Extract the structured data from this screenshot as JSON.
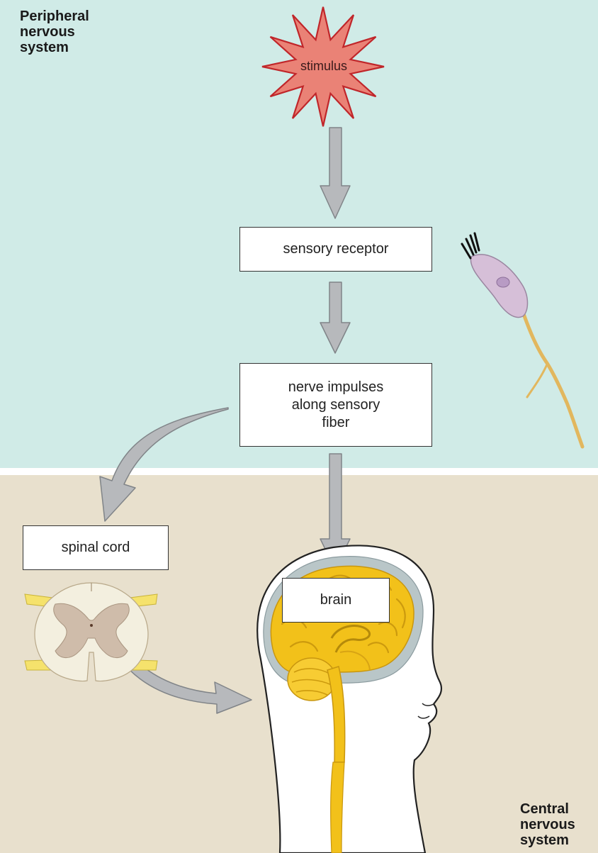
{
  "regions": {
    "peripheral": {
      "title_lines": [
        "Peripheral",
        "nervous",
        "system"
      ],
      "color": "#d0ebe7"
    },
    "central": {
      "title_lines": [
        "Central",
        "nervous",
        "system"
      ],
      "color": "#e8e0cd"
    }
  },
  "nodes": {
    "stimulus": {
      "label": "stimulus",
      "fill": "#ea8276",
      "stroke": "#c0262a"
    },
    "sensory_receptor": {
      "label": "sensory receptor"
    },
    "nerve_impulses": {
      "label_lines": [
        "nerve impulses",
        "along sensory",
        "fiber"
      ]
    },
    "spinal_cord": {
      "label": "spinal cord"
    },
    "brain": {
      "label": "brain"
    }
  },
  "colors": {
    "arrow": "#b7b9bc",
    "arrow_outline": "#808488",
    "neuron_body": "#d6bfd8",
    "neuron_fiber": "#e2b75e",
    "brain_tissue": "#f2c11a",
    "spinal_white": "#f3efdf",
    "spinal_gray": "#cfbcaa",
    "nerve_root": "#f5e26c"
  },
  "icons": [
    "stimulus-star-icon",
    "sensory-neuron-icon",
    "spinal-cord-section-icon",
    "head-brain-icon"
  ]
}
